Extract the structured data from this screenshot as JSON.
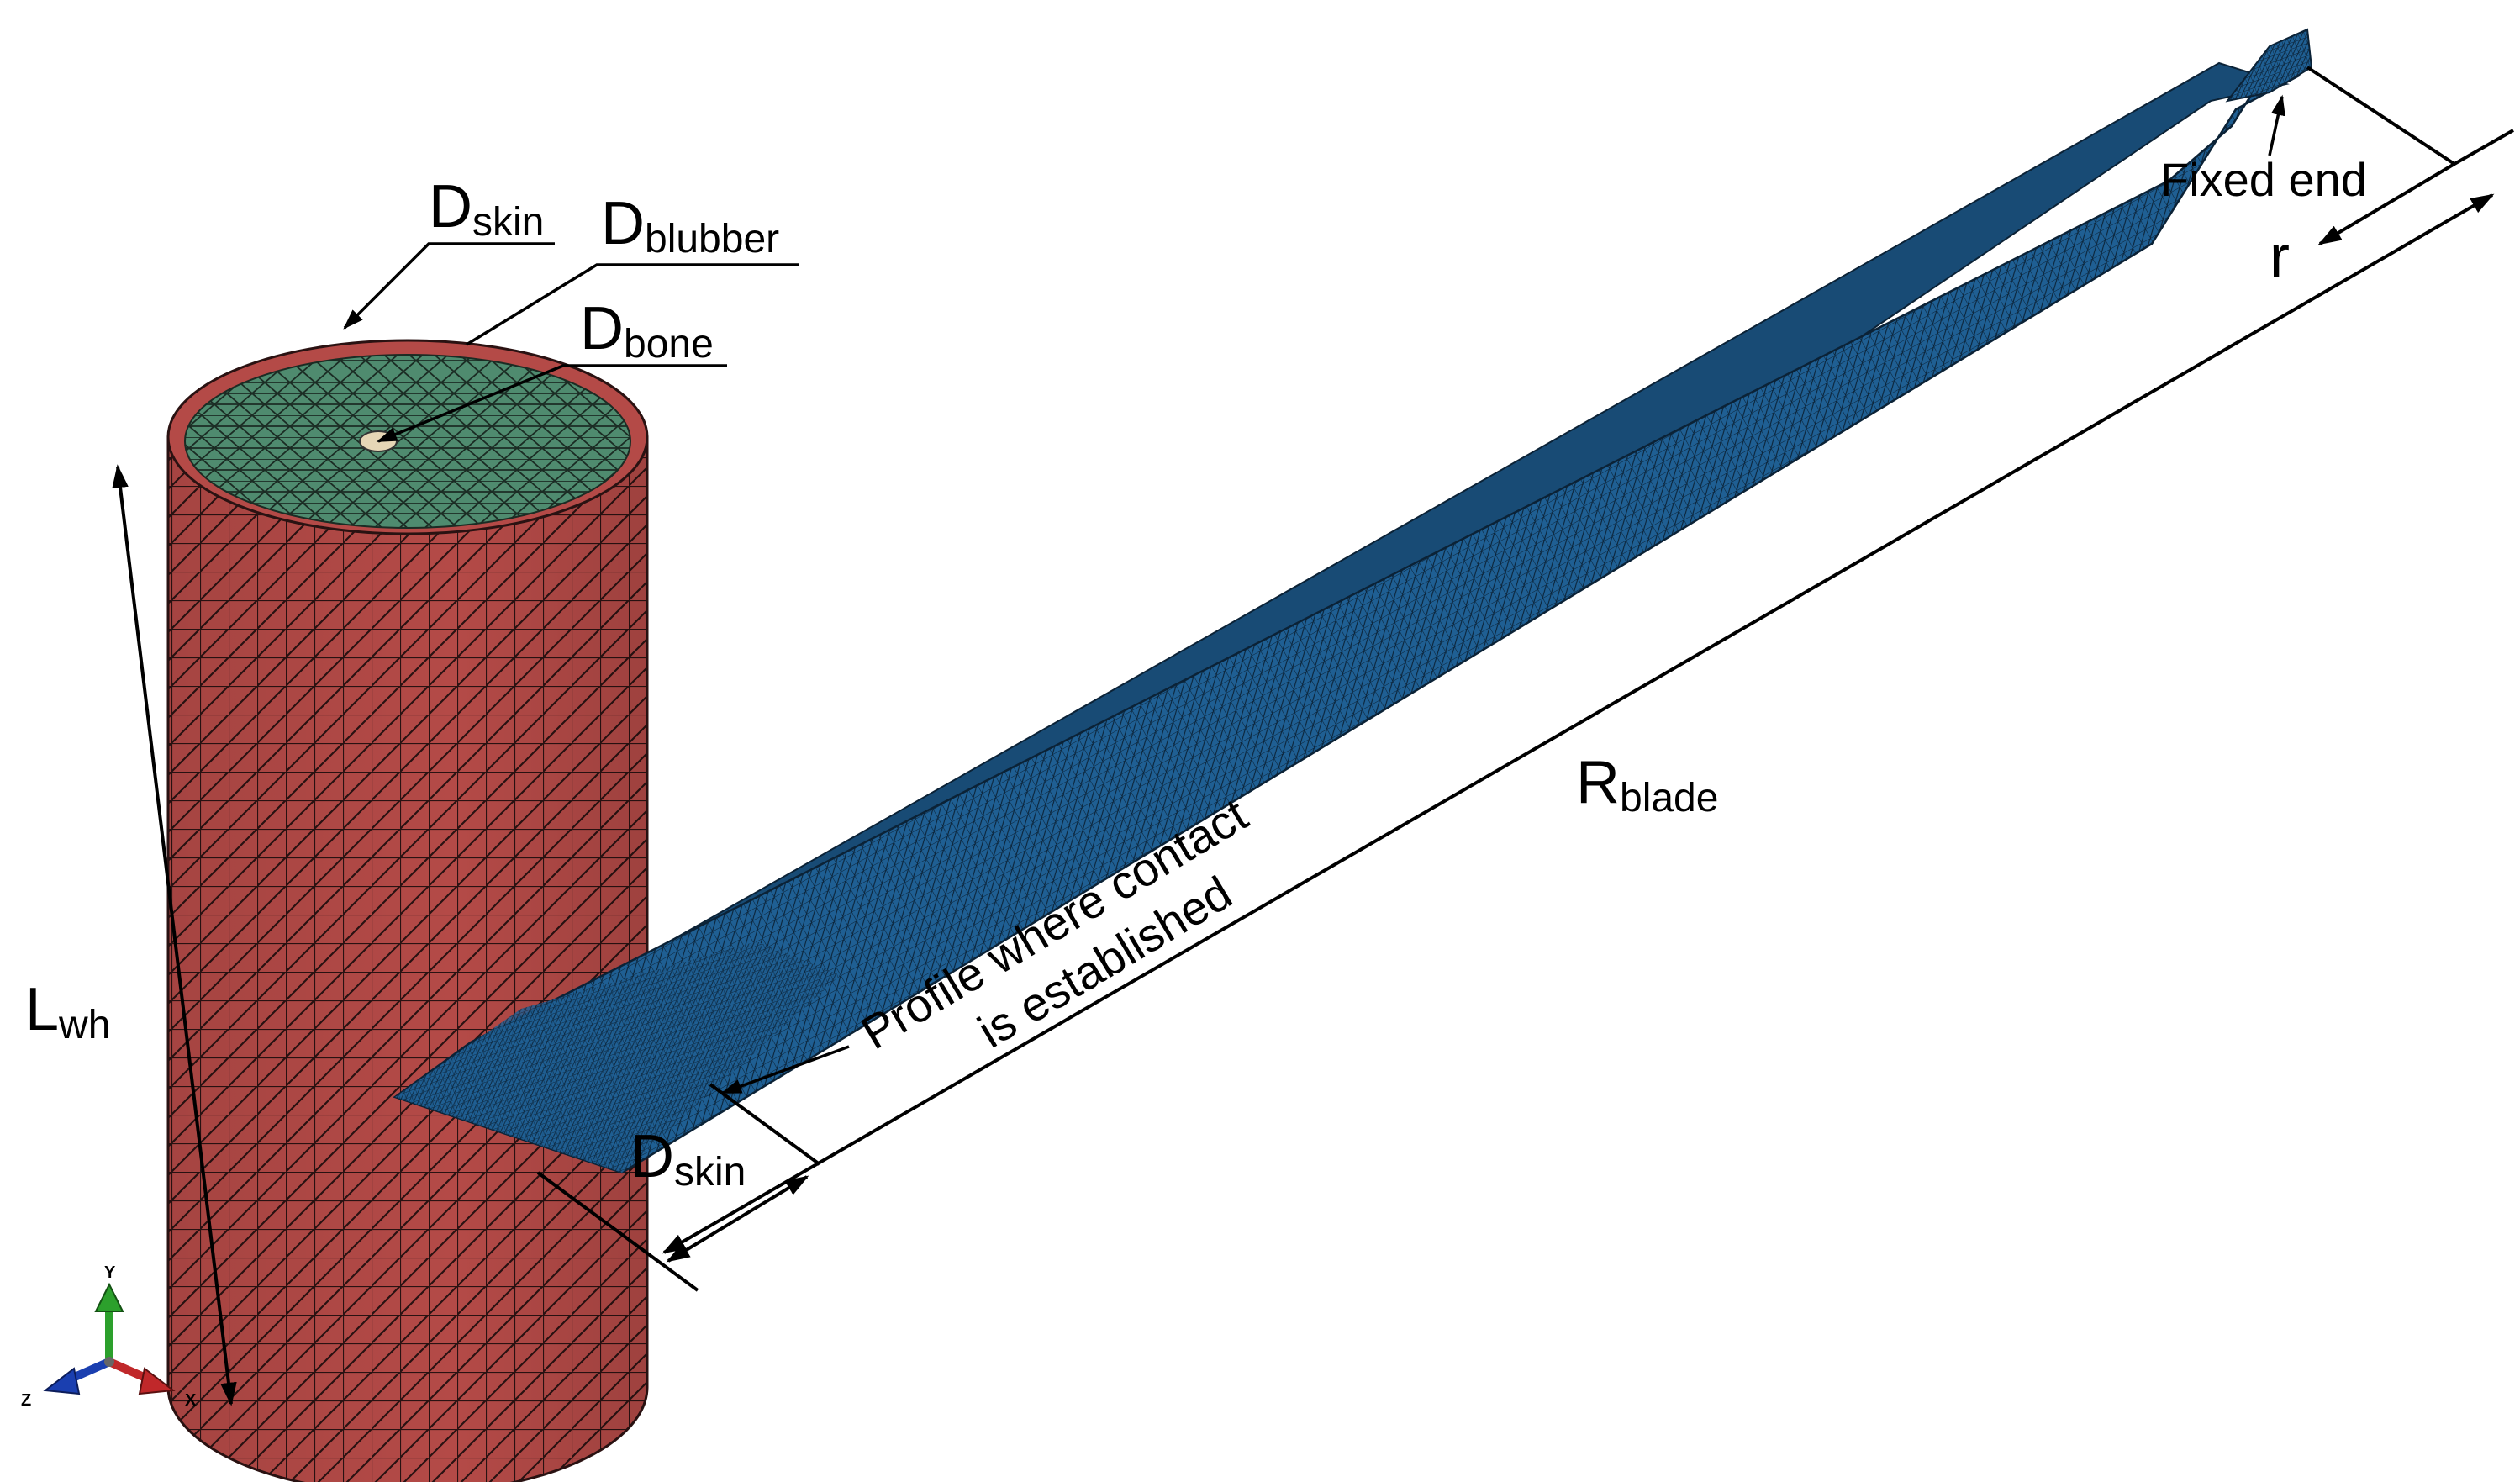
{
  "labels": {
    "d_skin_top": {
      "main": "D",
      "sub": "skin"
    },
    "d_blubber": {
      "main": "D",
      "sub": "blubber"
    },
    "d_bone": {
      "main": "D",
      "sub": "bone"
    },
    "l_wh": {
      "main": "L",
      "sub": "wh"
    },
    "r_blade": {
      "main": "R",
      "sub": "blade"
    },
    "r": "r",
    "fixed_end": "Fixed end",
    "d_skin_bottom": {
      "main": "D",
      "sub": "skin"
    },
    "profile_line1": "Profile where contact",
    "profile_line2": "is established"
  },
  "triad": {
    "x": "X",
    "y": "Y",
    "z": "Z"
  },
  "colors": {
    "skin": "#b44a47",
    "blubber": "#4f8b6f",
    "bone": "#e6d6b6",
    "blade": "#1f5f93",
    "mesh_line": "#1c1c1c",
    "triad_x": "#c0282a",
    "triad_y": "#2ca02c",
    "triad_z": "#1a3fb0"
  }
}
